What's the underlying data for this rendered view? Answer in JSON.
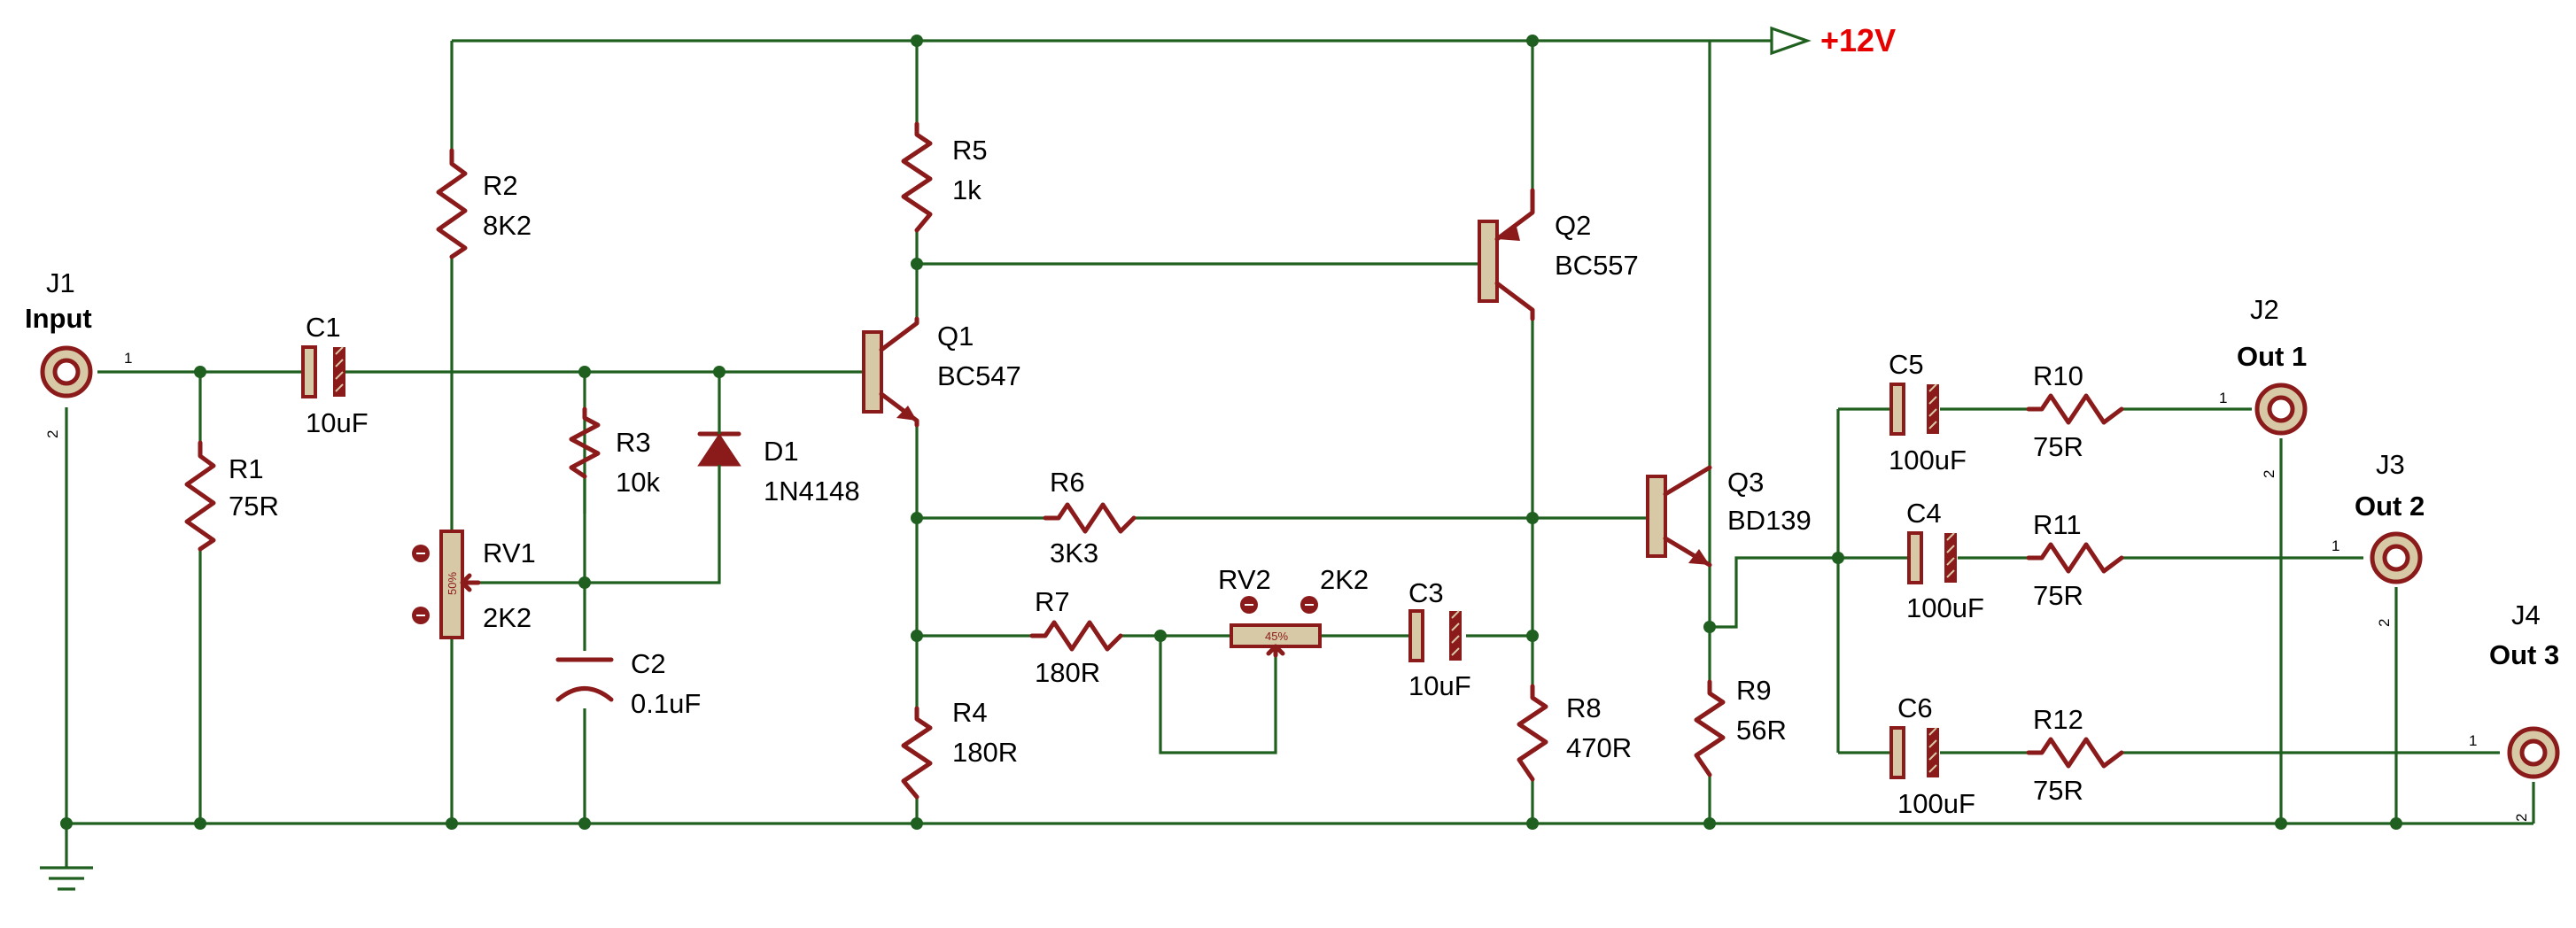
{
  "supply": {
    "label": "+12V",
    "color": "#e60000"
  },
  "colors": {
    "wire": "#1f5f1f",
    "component": "#8b1a1a",
    "body_fill": "#d8c9a6"
  },
  "connectors": {
    "j1": {
      "ref": "J1",
      "name": "Input",
      "pin1": "1",
      "pin2": "2"
    },
    "j2": {
      "ref": "J2",
      "name": "Out 1",
      "pin1": "1",
      "pin2": "2"
    },
    "j3": {
      "ref": "J3",
      "name": "Out 2",
      "pin1": "1",
      "pin2": "2"
    },
    "j4": {
      "ref": "J4",
      "name": "Out 3",
      "pin1": "1",
      "pin2": "2"
    }
  },
  "resistors": {
    "r1": {
      "ref": "R1",
      "value": "75R"
    },
    "r2": {
      "ref": "R2",
      "value": "8K2"
    },
    "r3": {
      "ref": "R3",
      "value": "10k"
    },
    "r4": {
      "ref": "R4",
      "value": "180R"
    },
    "r5": {
      "ref": "R5",
      "value": "1k"
    },
    "r6": {
      "ref": "R6",
      "value": "3K3"
    },
    "r7": {
      "ref": "R7",
      "value": "180R"
    },
    "r8": {
      "ref": "R8",
      "value": "470R"
    },
    "r9": {
      "ref": "R9",
      "value": "56R"
    },
    "r10": {
      "ref": "R10",
      "value": "75R"
    },
    "r11": {
      "ref": "R11",
      "value": "75R"
    },
    "r12": {
      "ref": "R12",
      "value": "75R"
    }
  },
  "capacitors": {
    "c1": {
      "ref": "C1",
      "value": "10uF"
    },
    "c2": {
      "ref": "C2",
      "value": "0.1uF"
    },
    "c3": {
      "ref": "C3",
      "value": "10uF"
    },
    "c4": {
      "ref": "C4",
      "value": "100uF"
    },
    "c5": {
      "ref": "C5",
      "value": "100uF"
    },
    "c6": {
      "ref": "C6",
      "value": "100uF"
    }
  },
  "pots": {
    "rv1": {
      "ref": "RV1",
      "value": "2K2",
      "setting": "50%"
    },
    "rv2": {
      "ref": "RV2",
      "value": "2K2",
      "setting": "45%"
    }
  },
  "transistors": {
    "q1": {
      "ref": "Q1",
      "part": "BC547"
    },
    "q2": {
      "ref": "Q2",
      "part": "BC557"
    },
    "q3": {
      "ref": "Q3",
      "part": "BD139"
    }
  },
  "diodes": {
    "d1": {
      "ref": "D1",
      "part": "1N4148"
    }
  }
}
